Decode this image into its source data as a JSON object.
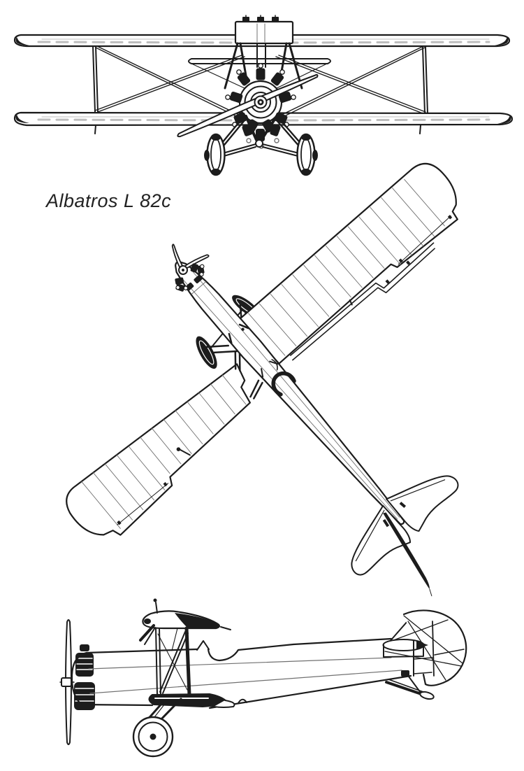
{
  "title": "Albatros L 82c",
  "colors": {
    "background": "#ffffff",
    "ink": "#1c1c1c",
    "rib": "#707070",
    "texture": "#bdbdbd"
  },
  "views": [
    {
      "name": "front-elevation"
    },
    {
      "name": "plan-view"
    },
    {
      "name": "side-elevation"
    }
  ]
}
